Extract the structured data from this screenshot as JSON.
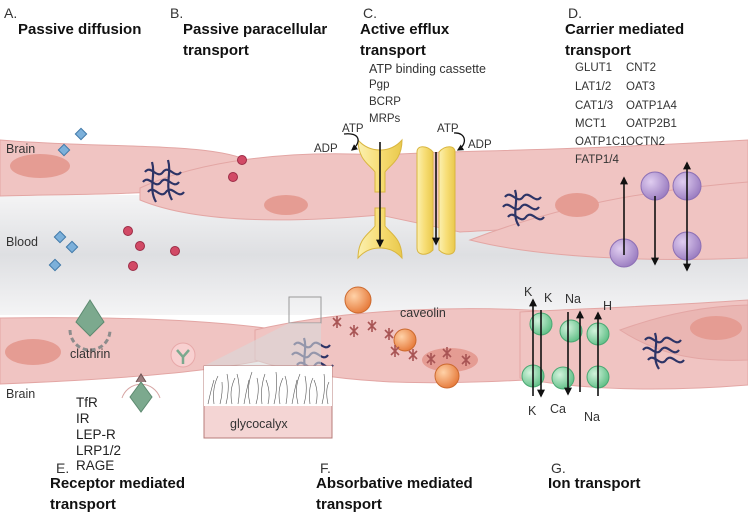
{
  "panels": {
    "a": {
      "letter": "A.",
      "title": "Passive diffusion"
    },
    "b": {
      "letter": "B.",
      "title_line1": "Passive paracellular",
      "title_line2": "transport"
    },
    "c": {
      "letter": "C.",
      "title_line1": "Active efflux",
      "title_line2": "transport",
      "subtitle": "ATP binding cassette",
      "items": [
        "Pgp",
        "BCRP",
        "MRPs"
      ],
      "atp": "ATP",
      "adp": "ADP"
    },
    "d": {
      "letter": "D.",
      "title_line1": "Carrier mediated",
      "title_line2": "transport",
      "col1": [
        "GLUT1",
        "LAT1/2",
        "CAT1/3",
        "MCT1",
        "OATP1C1"
      ],
      "col2": [
        "CNT2",
        "OAT3",
        "OATP1A4",
        "OATP2B1",
        "OCTN2"
      ],
      "extra": "FATP1/4"
    },
    "e": {
      "letter": "E.",
      "title_line1": "Receptor mediated",
      "title_line2": "transport",
      "clathrin": "clathrin",
      "receptors": [
        "TfR",
        "IR",
        "LEP-R",
        "LRP1/2",
        "RAGE"
      ]
    },
    "f": {
      "letter": "F.",
      "title_line1": "Absorbative mediated",
      "title_line2": "transport",
      "caveolin": "caveolin",
      "glycocalyx": "glycocalyx"
    },
    "g": {
      "letter": "G.",
      "title": "Ion transport",
      "ions_top": [
        "K",
        "K",
        "Na",
        "H"
      ],
      "ions_bottom": [
        "K",
        "Ca",
        "Na"
      ]
    }
  },
  "compartments": {
    "brain_top": "Brain",
    "blood": "Blood",
    "brain_bottom": "Brain"
  },
  "colors": {
    "endothelium": "#f0c4c2",
    "endothelium_dark": "#e3a6a4",
    "nucleus": "#e59c93",
    "lumen": "#e7e8ea",
    "atp_transporter": "#f7e07e",
    "carrier": "#b99ad3",
    "ion_channel": "#8fd3a6",
    "caveolin_particle": "#ee8e4f",
    "tight_junction": "#2d3466",
    "receptor": "#7ca98e",
    "small_molecule_blue": "#7cb0da",
    "small_molecule_red": "#d24a66"
  }
}
